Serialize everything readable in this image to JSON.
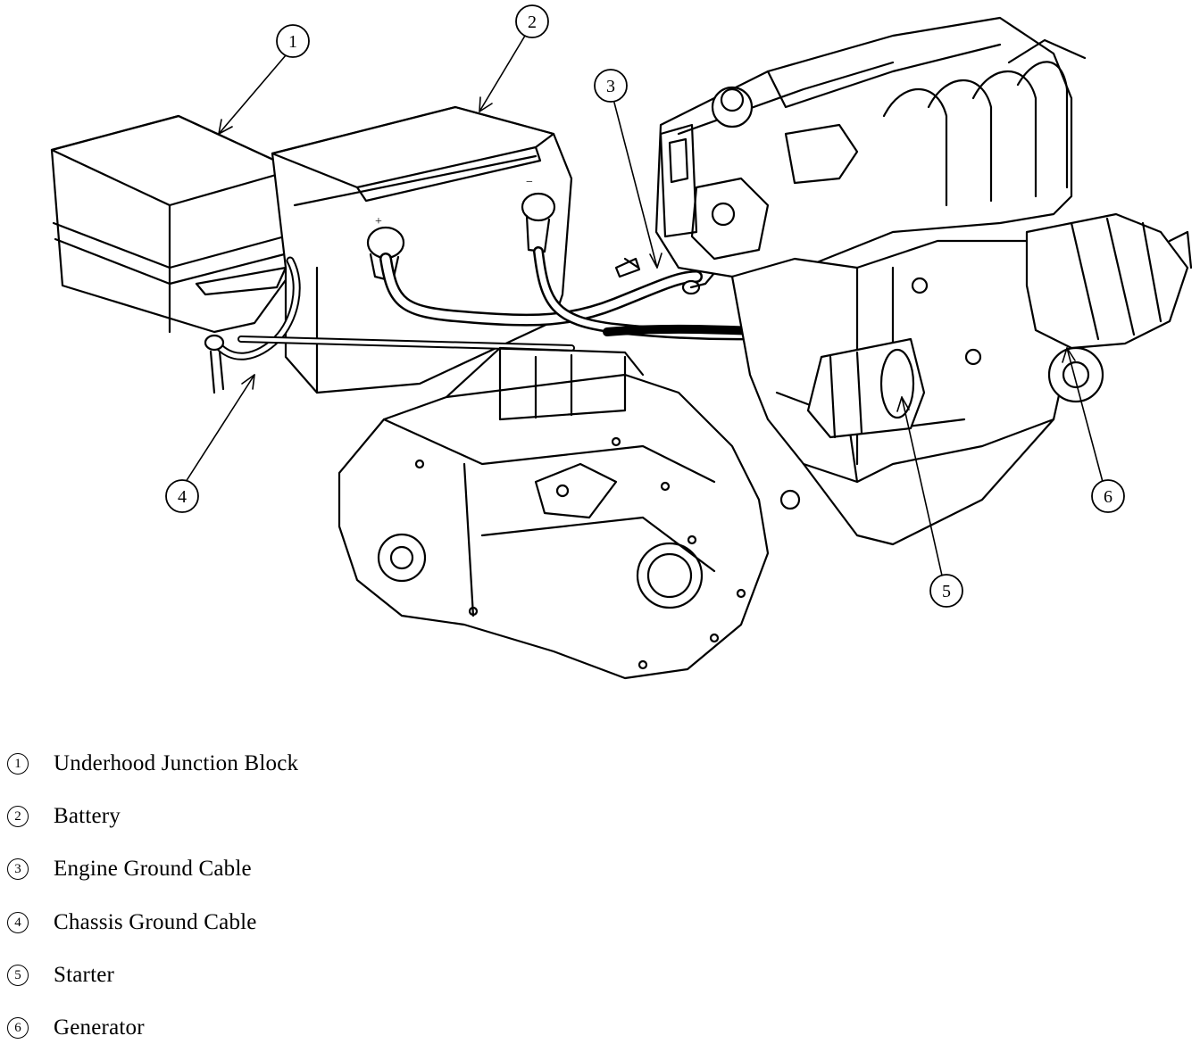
{
  "callouts": [
    {
      "num": "1"
    },
    {
      "num": "2"
    },
    {
      "num": "3"
    },
    {
      "num": "4"
    },
    {
      "num": "5"
    },
    {
      "num": "6"
    }
  ],
  "legend": [
    {
      "num": "1",
      "label": "Underhood Junction Block"
    },
    {
      "num": "2",
      "label": "Battery"
    },
    {
      "num": "3",
      "label": "Engine Ground Cable"
    },
    {
      "num": "4",
      "label": "Chassis Ground Cable"
    },
    {
      "num": "5",
      "label": "Starter"
    },
    {
      "num": "6",
      "label": "Generator"
    }
  ],
  "terminal_marks": {
    "positive": "+",
    "negative": "−"
  }
}
